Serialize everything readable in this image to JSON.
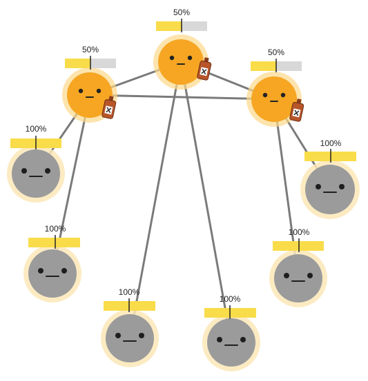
{
  "colors": {
    "active_fill": "#F6A623",
    "active_glow": "#FCD98A",
    "inactive_fill": "#9B9B9B",
    "inactive_glow": "#FBE7B7",
    "bar_fill": "#F9DC4A",
    "bar_empty": "#D8D8D8",
    "edge": "#7A7A7A",
    "bottle": "#B8552A",
    "label_bg": "#ffffff"
  },
  "nodes": [
    {
      "id": "top",
      "label": "50%",
      "fill": 0.5,
      "state": "active",
      "has_bottle": true
    },
    {
      "id": "left",
      "label": "50%",
      "fill": 0.5,
      "state": "active",
      "has_bottle": true
    },
    {
      "id": "right",
      "label": "50%",
      "fill": 0.5,
      "state": "active",
      "has_bottle": true
    },
    {
      "id": "l1",
      "label": "100%",
      "fill": 1.0,
      "state": "inactive",
      "has_bottle": false
    },
    {
      "id": "l2",
      "label": "100%",
      "fill": 1.0,
      "state": "inactive",
      "has_bottle": false
    },
    {
      "id": "b1",
      "label": "100%",
      "fill": 1.0,
      "state": "inactive",
      "has_bottle": false
    },
    {
      "id": "b2",
      "label": "100%",
      "fill": 1.0,
      "state": "inactive",
      "has_bottle": false
    },
    {
      "id": "r2",
      "label": "100%",
      "fill": 1.0,
      "state": "inactive",
      "has_bottle": false
    },
    {
      "id": "r1",
      "label": "100%",
      "fill": 1.0,
      "state": "inactive",
      "has_bottle": false
    }
  ],
  "edges": [
    [
      "top",
      "left"
    ],
    [
      "top",
      "right"
    ],
    [
      "left",
      "right"
    ],
    [
      "left",
      "l1"
    ],
    [
      "left",
      "l2"
    ],
    [
      "top",
      "b1"
    ],
    [
      "top",
      "b2"
    ],
    [
      "right",
      "r2"
    ],
    [
      "right",
      "r1"
    ]
  ],
  "icons": {
    "bottle": "poison-bottle-icon",
    "face": "face-icon"
  }
}
